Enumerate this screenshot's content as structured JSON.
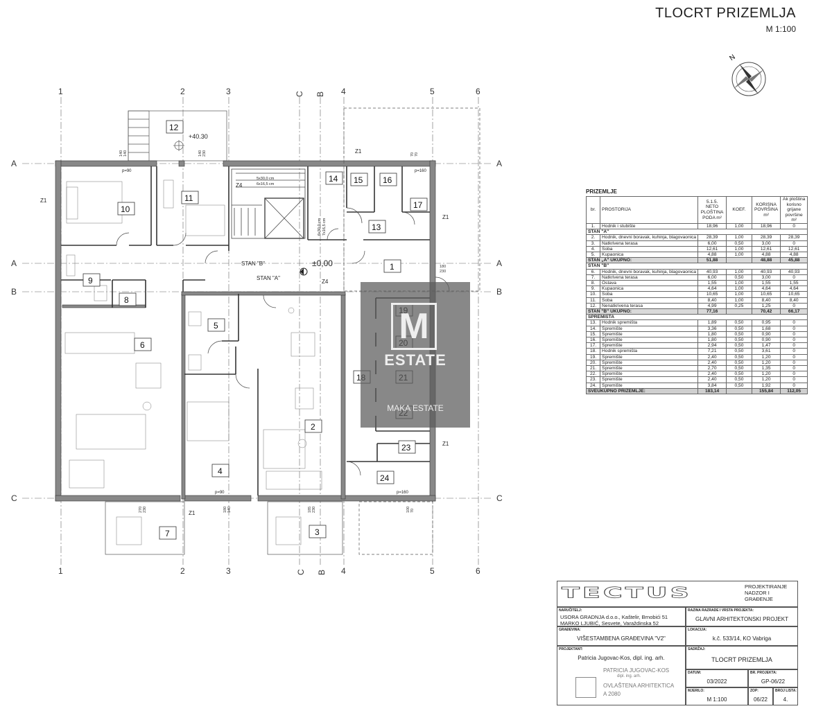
{
  "title": {
    "main": "TLOCRT PRIZEMLJA",
    "scale": "M 1:100"
  },
  "north": "N",
  "grid": {
    "cols": [
      "1",
      "2",
      "3",
      "C",
      "B",
      "4",
      "5",
      "6"
    ],
    "rows_left": [
      "A",
      "A",
      "B",
      "C"
    ],
    "rows_right": [
      "A",
      "A",
      "B",
      "C"
    ]
  },
  "rooms": [
    "12",
    "10",
    "11",
    "14",
    "15",
    "16",
    "17",
    "13",
    "9",
    "8",
    "1",
    "5",
    "6",
    "19",
    "20",
    "21",
    "18",
    "22",
    "2",
    "23",
    "24",
    "4",
    "7",
    "3"
  ],
  "labels": {
    "level_terrace": "+40.30",
    "level_main": "±0,00",
    "stan_b": "STAN \"B\"",
    "stan_a": "STAN \"A\"",
    "z1": "Z1",
    "z4": "Z4",
    "p90": "p=90",
    "p160": "p=160",
    "stair1": "5x30,0 cm",
    "stair2": "6x16,5 cm",
    "stair3": "6x30,0 cm",
    "stair4": "7x16,5 cm",
    "d140_1": "140",
    "d140_2": "140",
    "d140_3": "140",
    "d230": "230",
    "d70_1": "70",
    "d70_2": "70",
    "d180": "180",
    "d230_2": "230",
    "d270": "270",
    "d230_3": "230",
    "d180_2": "180",
    "d140_4": "140",
    "d185": "185",
    "d230_4": "230",
    "d100": "100",
    "d70_3": "70"
  },
  "watermark": {
    "top": "M",
    "brand": "ESTATE",
    "sub": "MAKA ESTATE"
  },
  "area_table": {
    "caption": "PRIZEMLJE",
    "headers": [
      "br.",
      "PROSTORIJA",
      "5.1.5. NETO PLOŠTINA PODA m²",
      "KOEF.",
      "KORISNA POVRŠINA m²",
      "Ak ploština korisno grijane površine m²"
    ],
    "rows": [
      {
        "kind": "row",
        "n": "1.",
        "name": "Hodnik i stubište",
        "a": "18,96",
        "k": "1,00",
        "b": "18,96",
        "c": "0"
      },
      {
        "kind": "sec",
        "name": "STAN \"A\""
      },
      {
        "kind": "row",
        "n": "2.",
        "name": "Hodnik, dnevni boravak, kuhinja, blagovaonica",
        "a": "28,39",
        "k": "1,00",
        "b": "28,39",
        "c": "28,39"
      },
      {
        "kind": "row",
        "n": "3.",
        "name": "Natkrivena terasa",
        "a": "6,00",
        "k": "0,50",
        "b": "3,00",
        "c": "0"
      },
      {
        "kind": "row",
        "n": "4.",
        "name": "Soba",
        "a": "12,61",
        "k": "1,00",
        "b": "12,61",
        "c": "12,61"
      },
      {
        "kind": "row",
        "n": "5.",
        "name": "Kupaonica",
        "a": "4,88",
        "k": "1,00",
        "b": "4,88",
        "c": "4,88"
      },
      {
        "kind": "tot",
        "name": "STAN „A\" UKUPNO:",
        "a": "51,88",
        "k": "",
        "b": "48,88",
        "c": "45,88"
      },
      {
        "kind": "sec",
        "name": "STAN \"B\""
      },
      {
        "kind": "row",
        "n": "6.",
        "name": "Hodnik, dnevni boravak, kuhinja, blagovaonica",
        "a": "40,93",
        "k": "1,00",
        "b": "40,93",
        "c": "40,93"
      },
      {
        "kind": "row",
        "n": "7.",
        "name": "Natkrivena terasa",
        "a": "6,00",
        "k": "0,50",
        "b": "3,00",
        "c": "0"
      },
      {
        "kind": "row",
        "n": "8.",
        "name": "Ostava",
        "a": "1,55",
        "k": "1,00",
        "b": "1,55",
        "c": "1,55"
      },
      {
        "kind": "row",
        "n": "9.",
        "name": "Kupaonica",
        "a": "4,64",
        "k": "1,00",
        "b": "4,64",
        "c": "4,64"
      },
      {
        "kind": "row",
        "n": "10.",
        "name": "Soba",
        "a": "10,65",
        "k": "1,00",
        "b": "10,65",
        "c": "10,65"
      },
      {
        "kind": "row",
        "n": "11.",
        "name": "Soba",
        "a": "8,40",
        "k": "1,00",
        "b": "8,40",
        "c": "8,40"
      },
      {
        "kind": "row",
        "n": "12.",
        "name": "Nenatkrivena terasa",
        "a": "4,99",
        "k": "0,25",
        "b": "1,25",
        "c": "0"
      },
      {
        "kind": "tot",
        "name": "STAN \"B\" UKUPNO:",
        "a": "77,16",
        "k": "",
        "b": "70,42",
        "c": "66,17"
      },
      {
        "kind": "sec",
        "name": "SPREMIŠTA"
      },
      {
        "kind": "row",
        "n": "13.",
        "name": "Hodnik spremišta",
        "a": "1,89",
        "k": "0,50",
        "b": "0,95",
        "c": "0"
      },
      {
        "kind": "row",
        "n": "14.",
        "name": "Spremište",
        "a": "3,36",
        "k": "0,50",
        "b": "1,68",
        "c": "0"
      },
      {
        "kind": "row",
        "n": "15.",
        "name": "Spremište",
        "a": "1,80",
        "k": "0,50",
        "b": "0,90",
        "c": "0"
      },
      {
        "kind": "row",
        "n": "16.",
        "name": "Spremište",
        "a": "1,80",
        "k": "0,50",
        "b": "0,90",
        "c": "0"
      },
      {
        "kind": "row",
        "n": "17.",
        "name": "Spremište",
        "a": "2,94",
        "k": "0,50",
        "b": "1,47",
        "c": "0"
      },
      {
        "kind": "row",
        "n": "18.",
        "name": "Hodnik spremišta",
        "a": "7,21",
        "k": "0,50",
        "b": "3,61",
        "c": "0"
      },
      {
        "kind": "row",
        "n": "19.",
        "name": "Spremište",
        "a": "2,40",
        "k": "0,50",
        "b": "1,20",
        "c": "0"
      },
      {
        "kind": "row",
        "n": "20.",
        "name": "Spremište",
        "a": "2,40",
        "k": "0,50",
        "b": "1,20",
        "c": "0"
      },
      {
        "kind": "row",
        "n": "21.",
        "name": "Spremište",
        "a": "2,70",
        "k": "0,50",
        "b": "1,35",
        "c": "0"
      },
      {
        "kind": "row",
        "n": "22.",
        "name": "Spremište",
        "a": "2,40",
        "k": "0,50",
        "b": "1,20",
        "c": "0"
      },
      {
        "kind": "row",
        "n": "23.",
        "name": "Spremište",
        "a": "2,40",
        "k": "0,50",
        "b": "1,20",
        "c": "0"
      },
      {
        "kind": "row",
        "n": "24.",
        "name": "Spremište",
        "a": "3,84",
        "k": "0,50",
        "b": "1,92",
        "c": "0"
      },
      {
        "kind": "grand",
        "name": "SVEUKUPNO PRIZEMLJE:",
        "a": "183,14",
        "k": "",
        "b": "155,84",
        "c": "112,05"
      }
    ]
  },
  "title_block": {
    "company": "TECTUS",
    "services": "PROJEKTIRANJE NADZOR I GRAĐENJE",
    "client_label": "NARUČITELJ:",
    "client_1": "USORA GRADNJA d.o.o., Kaštelir, Brnobići 51",
    "client_2": "MARKO LJUBIĆ, Sesvete, Varaždinska 52",
    "level_label": "RAZINA RAZRADE I VRSTA PROJEKTA:",
    "level_value": "GLAVNI ARHITEKTONSKI PROJEKT",
    "building_label": "GRAĐEVINA:",
    "building_value": "VIŠESTAMBENA GRAĐEVINA \"V2\"",
    "location_label": "LOKACIJA:",
    "location_value": "k.č. 533/14, KO Vabriga",
    "designer_label": "PROJEKTANT:",
    "designer_value": "Patricia Jugovac-Kos, dipl. ing. arh.",
    "stamp_1": "PATRICIA JUGOVAC-KOS",
    "stamp_2": "dipl. ing. arh.",
    "stamp_3": "OVLAŠTENA ARHITEKTICA",
    "stamp_4": "A 2080",
    "content_label": "SADRŽAJ:",
    "content_value": "TLOCRT PRIZEMLJA",
    "date_label": "DATUM:",
    "date_value": "03/2022",
    "project_no_label": "BR. PROJEKTA:",
    "project_no_value": "GP-06/22",
    "scale_label": "MJERILO:",
    "scale_value": "M 1:100",
    "zop_label": "ZOP:",
    "zop_value": "06/22",
    "sheet_label": "BROJ LISTA:",
    "sheet_value": "4."
  }
}
